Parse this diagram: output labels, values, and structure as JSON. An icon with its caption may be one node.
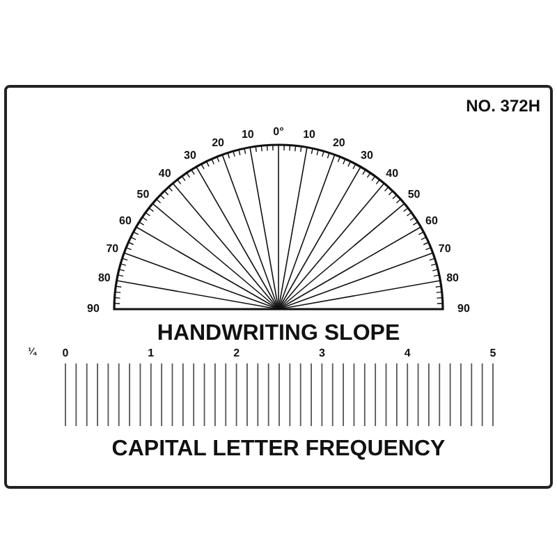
{
  "diagram": {
    "labels": [
      "NO. 372H",
      "90",
      "80",
      "70",
      "60",
      "50",
      "40",
      "30",
      "20",
      "10",
      "0°",
      "10",
      "20",
      "30",
      "40",
      "50",
      "60",
      "70",
      "80",
      "90",
      "HANDWRITING SLOPE",
      "¼",
      "0",
      "1",
      "2",
      "3",
      "4",
      "5",
      "CAPITAL LETTER FREQUENCY"
    ]
  }
}
